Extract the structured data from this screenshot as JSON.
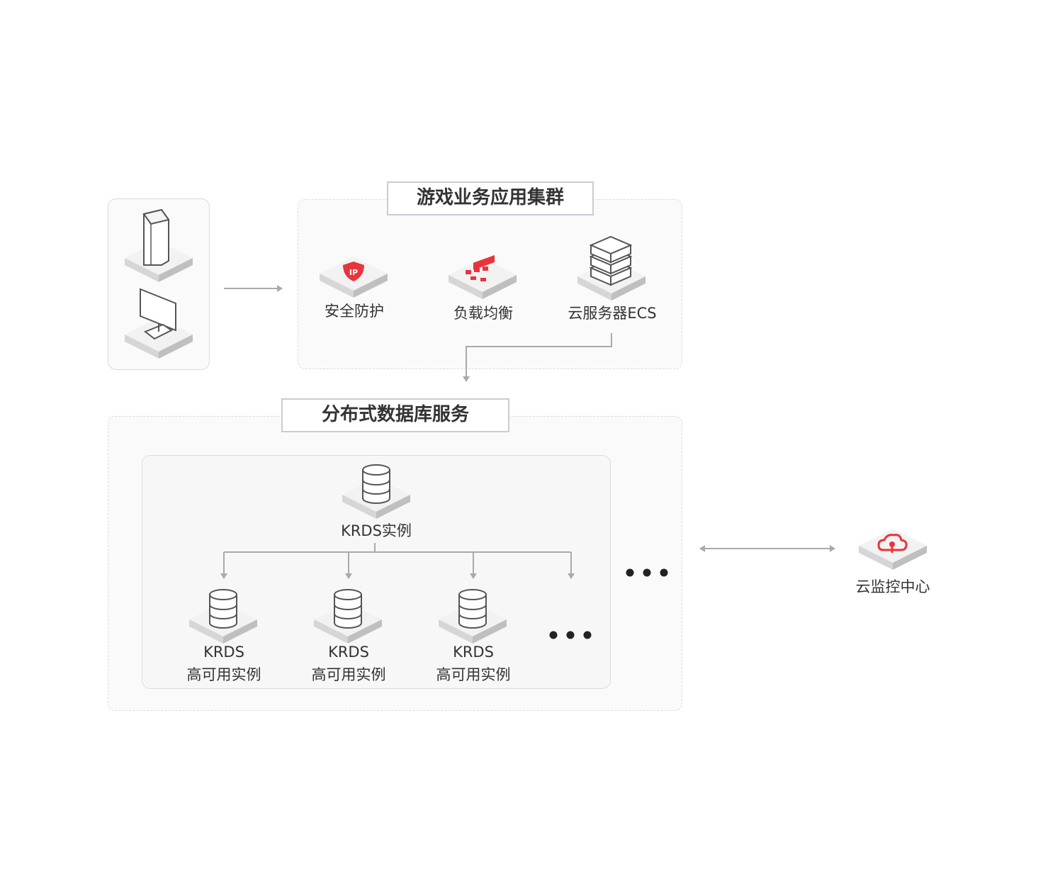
{
  "cluster": {
    "title": "游戏业务应用集群",
    "items": [
      {
        "label": "安全防护",
        "icon": "shield-ip-icon"
      },
      {
        "label": "负载均衡",
        "icon": "load-balancer-icon"
      },
      {
        "label": "云服务器ECS",
        "icon": "server-stack-icon"
      }
    ]
  },
  "clients": [
    {
      "icon": "mobile-phone-icon"
    },
    {
      "icon": "desktop-monitor-icon"
    }
  ],
  "database": {
    "title": "分布式数据库服务",
    "master_label": "KRDS实例",
    "replicas": [
      {
        "line1": "KRDS",
        "line2": "高可用实例"
      },
      {
        "line1": "KRDS",
        "line2": "高可用实例"
      },
      {
        "line1": "KRDS",
        "line2": "高可用实例"
      }
    ]
  },
  "monitor": {
    "label": "云监控中心",
    "icon": "cloud-monitor-icon"
  },
  "colors": {
    "accent": "#e8343a",
    "arrow": "#aaaaaa",
    "platform": "#e8e8e8"
  }
}
